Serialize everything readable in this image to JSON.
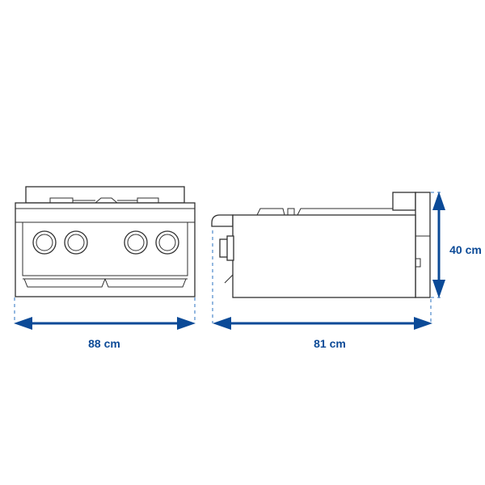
{
  "dimensions": {
    "width_label": "88 cm",
    "depth_label": "81 cm",
    "height_label": "40 cm"
  },
  "colors": {
    "dimension_blue": "#0b4a97",
    "guide_blue": "#7aa6d8",
    "outline": "#2f2f2f"
  }
}
